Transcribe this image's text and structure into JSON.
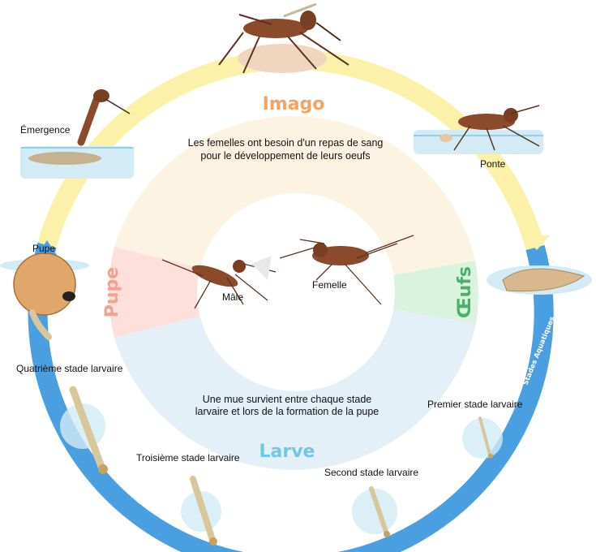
{
  "stages": {
    "imago": {
      "title": "Imago",
      "color": "#f4a460"
    },
    "oeufs": {
      "title": "Œufs",
      "color": "#4caf6a"
    },
    "larve": {
      "title": "Larve",
      "color": "#6ec6ea"
    },
    "pupe": {
      "title": "Pupe",
      "color": "#f4a08c"
    }
  },
  "notes": {
    "imago_line1": "Les femelles ont besoin d'un repas de sang",
    "imago_line2": "pour le développement de leurs oeufs",
    "larve_line1": "Une mue survient entre chaque stade",
    "larve_line2": "larvaire et lors de la formation de la pupe"
  },
  "labels": {
    "emergence": "Émergence",
    "ponte": "Ponte",
    "pupe": "Pupe",
    "male": "Mâle",
    "femelle": "Femelle",
    "l4": "Quatrième stade larvaire",
    "l3": "Troisième stade larvaire",
    "l2": "Second stade larvaire",
    "l1": "Premier stade larvaire",
    "aquatic": "Stades Aquatiques"
  },
  "colors": {
    "ring_land": "#fbf1a8",
    "ring_water": "#4a9fe0",
    "mosquito_body": "#8b4a2a",
    "larva_body": "#d8c79a"
  }
}
